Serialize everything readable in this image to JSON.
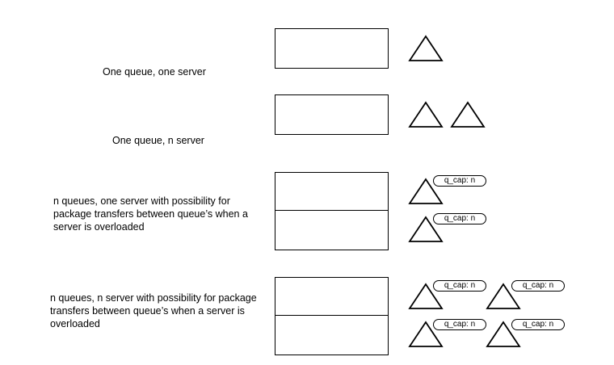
{
  "scenarios": [
    {
      "label": "One queue, one server"
    },
    {
      "label": "One queue, n server"
    },
    {
      "label": "n queues, one server with possibility for package transfers between queue’s when a server is overloaded"
    },
    {
      "label": "n queues, n server with possibility for package transfers between queue’s when a server is overloaded"
    }
  ],
  "cap_label": "q_cap: n"
}
